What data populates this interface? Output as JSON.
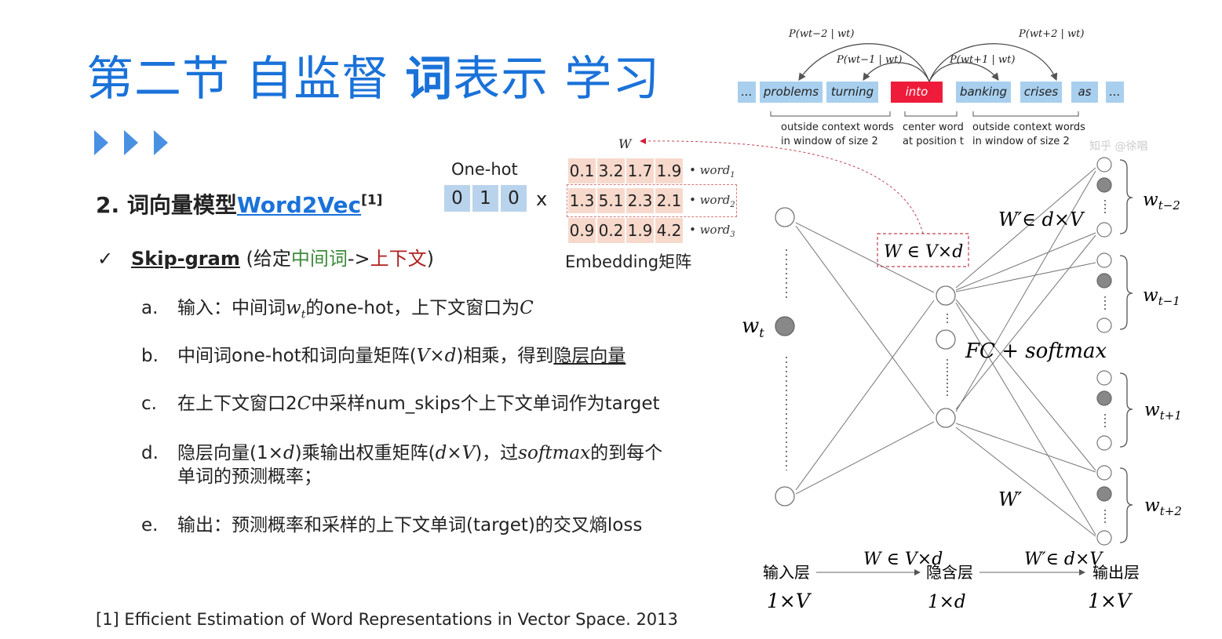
{
  "title": {
    "part1": "第二节 自监督 ",
    "bold": "词",
    "part2": "表示 学习"
  },
  "subtitle": {
    "prefix": "2. 词向量模型",
    "link": "Word2Vec",
    "ref": "[1]"
  },
  "skipgram": {
    "check": "✓",
    "name": "Skip-gram",
    "paren_open": " (给定",
    "center": "中间词",
    "arrow": "->",
    "context": "上下文",
    "paren_close": ")"
  },
  "steps": [
    {
      "label": "a.",
      "t1": "输入：中间词",
      "m1": "w",
      "m1sub": "t",
      "t2": "的one-hot，上下文窗口为",
      "m2": "C"
    },
    {
      "label": "b.",
      "t1": "中间词one-hot和词向量矩阵(",
      "m1": "V×d",
      "t2": ")相乘，得到",
      "u": "隐层向量"
    },
    {
      "label": "c.",
      "t1": "在上下文窗口2",
      "m1": "C",
      "t2": "中采样num_skips个上下文单词作为target"
    },
    {
      "label": "d.",
      "t1": "隐层向量(1×",
      "m1": "d",
      "t2": ")乘输出权重矩阵(",
      "m2": "d×V",
      "t3": ")，过",
      "m3": "softmax",
      "t4": "的到每个",
      "line2": "单词的预测概率；"
    },
    {
      "label": "e.",
      "t1": "输出：预测概率和采样的上下文单词(target)的交叉熵loss"
    }
  ],
  "footnote": "[1] Efficient Estimation of Word Representations in Vector Space. 2013",
  "onehot": {
    "label": "One-hot",
    "values": [
      "0",
      "1",
      "0"
    ],
    "times": "x"
  },
  "embedding": {
    "w_label": "W",
    "rows": [
      {
        "values": [
          "0.1",
          "3.2",
          "1.7",
          "1.9"
        ],
        "word": "word",
        "sub": "1"
      },
      {
        "values": [
          "1.3",
          "5.1",
          "2.3",
          "2.1"
        ],
        "word": "word",
        "sub": "2"
      },
      {
        "values": [
          "0.9",
          "0.2",
          "1.9",
          "4.2"
        ],
        "word": "word",
        "sub": "3"
      }
    ],
    "label": "Embedding矩阵"
  },
  "context_diagram": {
    "tokens": [
      "...",
      "problems",
      "turning",
      "into",
      "banking",
      "crises",
      "as",
      "..."
    ],
    "probs": [
      "P(wt−2 | wt)",
      "P(wt−1 | wt)",
      "P(wt+1 | wt)",
      "P(wt+2 | wt)"
    ],
    "captions": [
      {
        "l1": "outside context words",
        "l2": "in window of size 2"
      },
      {
        "l1": "center word",
        "l2": "at position t"
      },
      {
        "l1": "outside context words",
        "l2": "in window of size 2"
      }
    ],
    "watermark": "知乎 @徐唱"
  },
  "network": {
    "input_word": "w",
    "input_sub": "t",
    "w_matrix": "W ∈ V×d",
    "w_prime_top": "W′∈ d×V",
    "w_prime": "W′",
    "fc": "FC + softmax",
    "outputs": [
      {
        "w": "w",
        "sub": "t−2"
      },
      {
        "w": "w",
        "sub": "t−1"
      },
      {
        "w": "w",
        "sub": "t+1"
      },
      {
        "w": "w",
        "sub": "t+2"
      }
    ],
    "layer_in": "输入层",
    "layer_hidden": "隐含层",
    "layer_out": "输出层",
    "dim_in": "1×V",
    "dim_hidden": "1×d",
    "dim_out": "1×V",
    "bottom_w": "W ∈ V×d",
    "bottom_wp": "W′∈ d×V"
  },
  "colors": {
    "title": "#1a72d9",
    "token": "#a8cfee",
    "center_token": "#ee1c3a",
    "onehot": "#b9d3ec",
    "embedding": "#f7d9cc"
  }
}
